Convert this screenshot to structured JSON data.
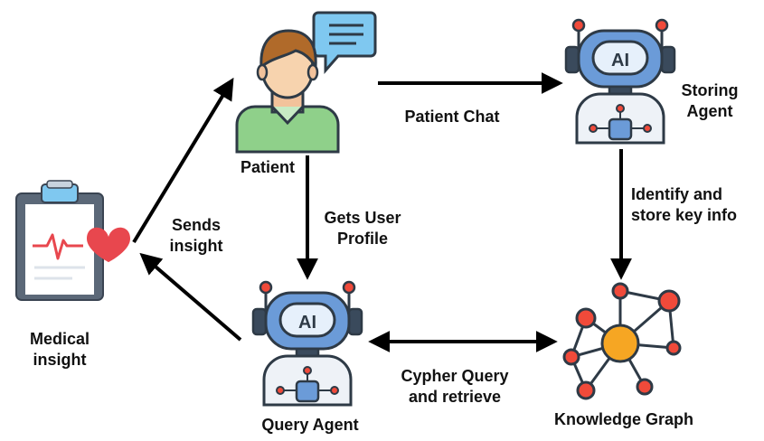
{
  "nodes": {
    "patient": {
      "label": "Patient",
      "icon": "patient-icon"
    },
    "storing_agent": {
      "label_line1": "Storing",
      "label_line2": "Agent",
      "icon": "robot-icon",
      "badge": "AI"
    },
    "query_agent": {
      "label": "Query Agent",
      "icon": "robot-icon",
      "badge": "AI"
    },
    "knowledge_graph": {
      "label": "Knowledge Graph",
      "icon": "network-graph-icon"
    },
    "medical_insight": {
      "label_line1": "Medical",
      "label_line2": "insight",
      "icon": "clipboard-heart-icon"
    }
  },
  "edges": {
    "patient_chat": {
      "label": "Patient Chat"
    },
    "identify_store": {
      "label_line1": "Identify and",
      "label_line2": "store key info"
    },
    "gets_profile": {
      "label_line1": "Gets User",
      "label_line2": "Profile"
    },
    "cypher": {
      "label_line1": "Cypher Query",
      "label_line2": "and retrieve"
    },
    "sends_insight": {
      "label_line1": "Sends",
      "label_line2": "insight"
    }
  },
  "colors": {
    "robot_blue": "#6b9bd8",
    "robot_dark": "#3a4a5c",
    "patient_shirt": "#8fd08a",
    "patient_hair": "#b06a2a",
    "chat_bubble": "#7fc8f0",
    "graph_red": "#f04a3a",
    "graph_orange": "#f6a623",
    "heart": "#e8474e",
    "arrow": "#000000"
  }
}
